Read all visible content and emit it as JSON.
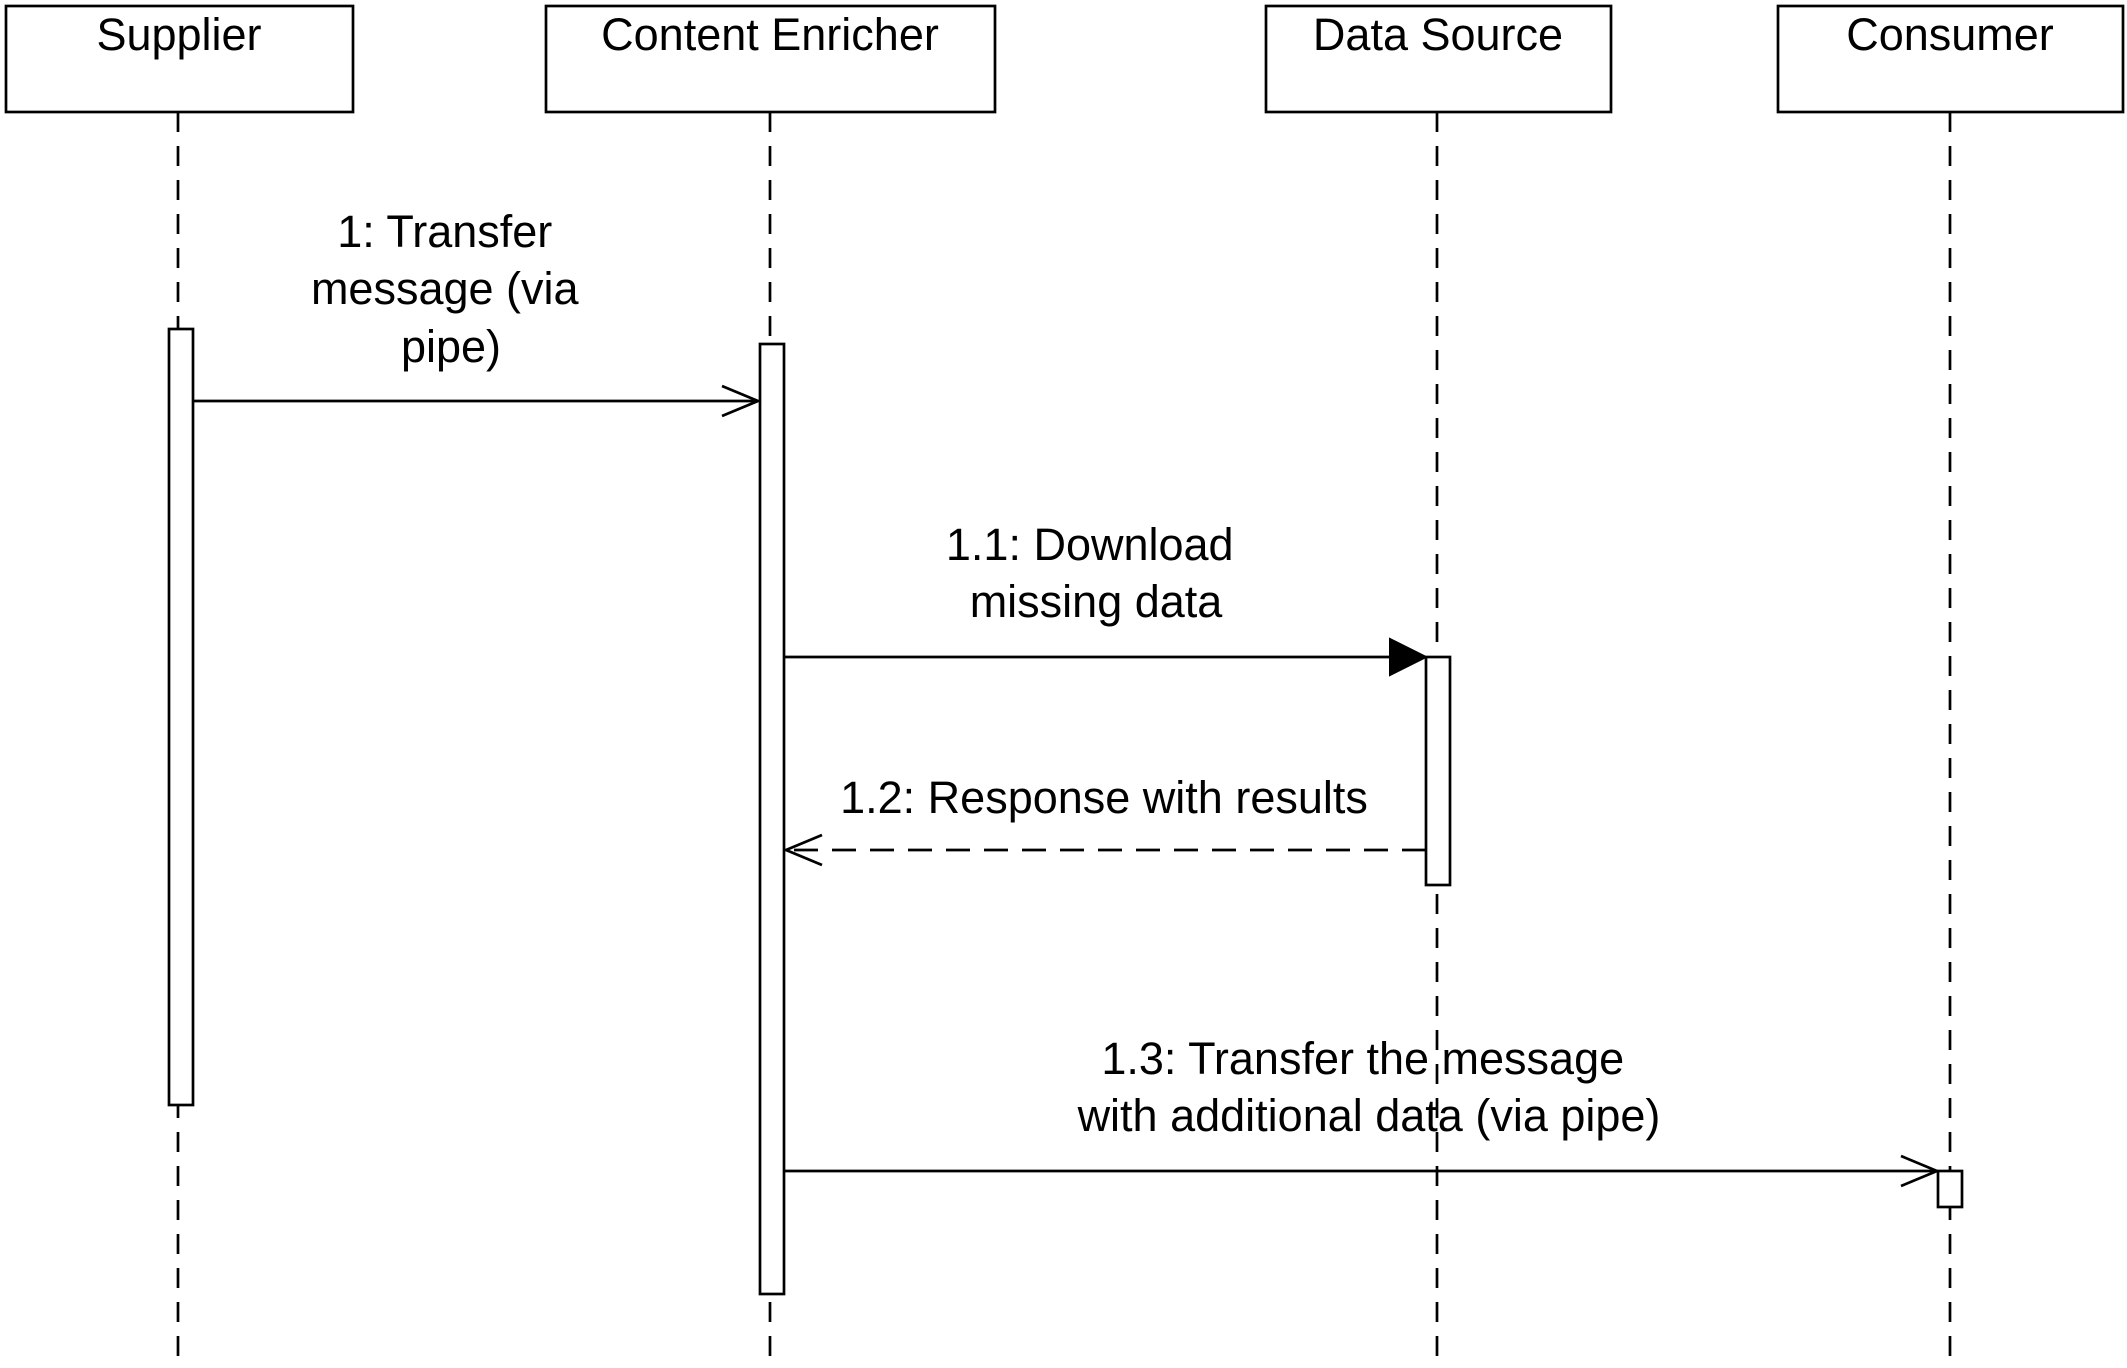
{
  "diagram": {
    "type": "uml-sequence",
    "participants": [
      {
        "id": "supplier",
        "label": "Supplier"
      },
      {
        "id": "enricher",
        "label": "Content Enricher"
      },
      {
        "id": "source",
        "label": "Data Source"
      },
      {
        "id": "consumer",
        "label": "Consumer"
      }
    ],
    "messages": [
      {
        "from": "supplier",
        "to": "enricher",
        "style": "sync-open-arrow",
        "lines": [
          "1: Transfer",
          "message (via",
          "pipe)"
        ]
      },
      {
        "from": "enricher",
        "to": "source",
        "style": "sync-filled-arrow",
        "lines": [
          "1.1: Download",
          "missing data"
        ]
      },
      {
        "from": "source",
        "to": "enricher",
        "style": "return-dashed",
        "lines": [
          "1.2: Response with results"
        ]
      },
      {
        "from": "enricher",
        "to": "consumer",
        "style": "async-open-arrow",
        "lines": [
          "1.3: Transfer the message",
          "with additional data (via pipe)"
        ]
      }
    ]
  }
}
